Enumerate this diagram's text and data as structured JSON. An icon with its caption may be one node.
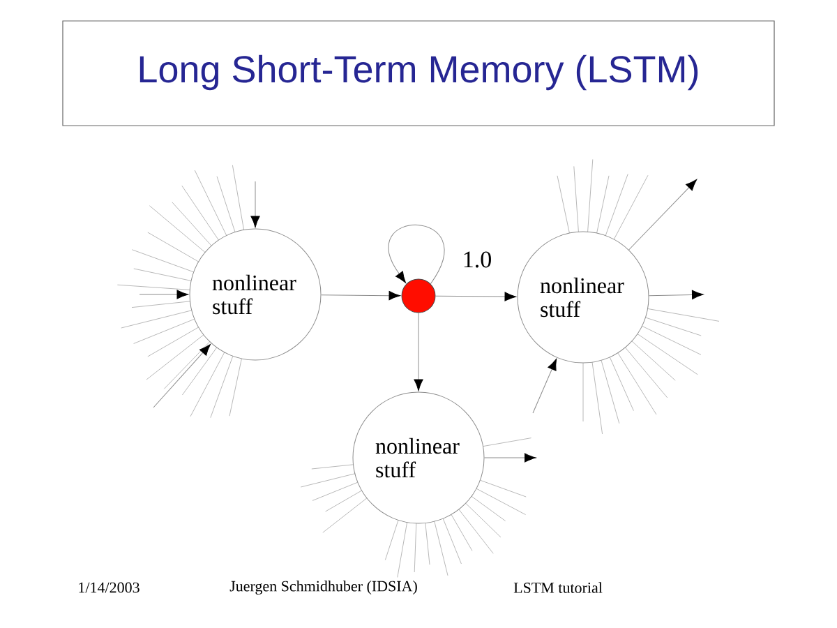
{
  "diagram": {
    "title": "Long Short-Term Memory (LSTM)",
    "nodes": [
      {
        "text": [
          "nonlinear stuff"
        ]
      },
      {
        "text": [],
        "shape": "circle"
      },
      {
        "text": [
          "nonlinear stuff"
        ]
      },
      {
        "text": [
          "nonlinear stuff"
        ]
      }
    ],
    "edges": [
      {
        "from": 0,
        "to": 1,
        "arrow": "to"
      },
      {
        "from": 1,
        "to": 1,
        "arrow": "to",
        "label": "1.0"
      },
      {
        "from": 1,
        "to": 2,
        "arrow": "to"
      },
      {
        "from": 1,
        "to": 3,
        "arrow": "to"
      },
      {
        "from": null,
        "to": 0,
        "arrow": "to"
      },
      {
        "from": null,
        "to": 0,
        "arrow": "to"
      },
      {
        "from": null,
        "to": 0,
        "arrow": "to"
      },
      {
        "from": 2,
        "to": null,
        "arrow": "to"
      },
      {
        "from": 2,
        "to": null,
        "arrow": "to"
      },
      {
        "from": null,
        "to": 2,
        "arrow": "to"
      },
      {
        "from": 3,
        "to": null,
        "arrow": "to"
      }
    ],
    "labels": [
      "1/14/2003",
      "Juergen Schmidhuber (IDSIA)",
      "LSTM tutorial"
    ]
  }
}
